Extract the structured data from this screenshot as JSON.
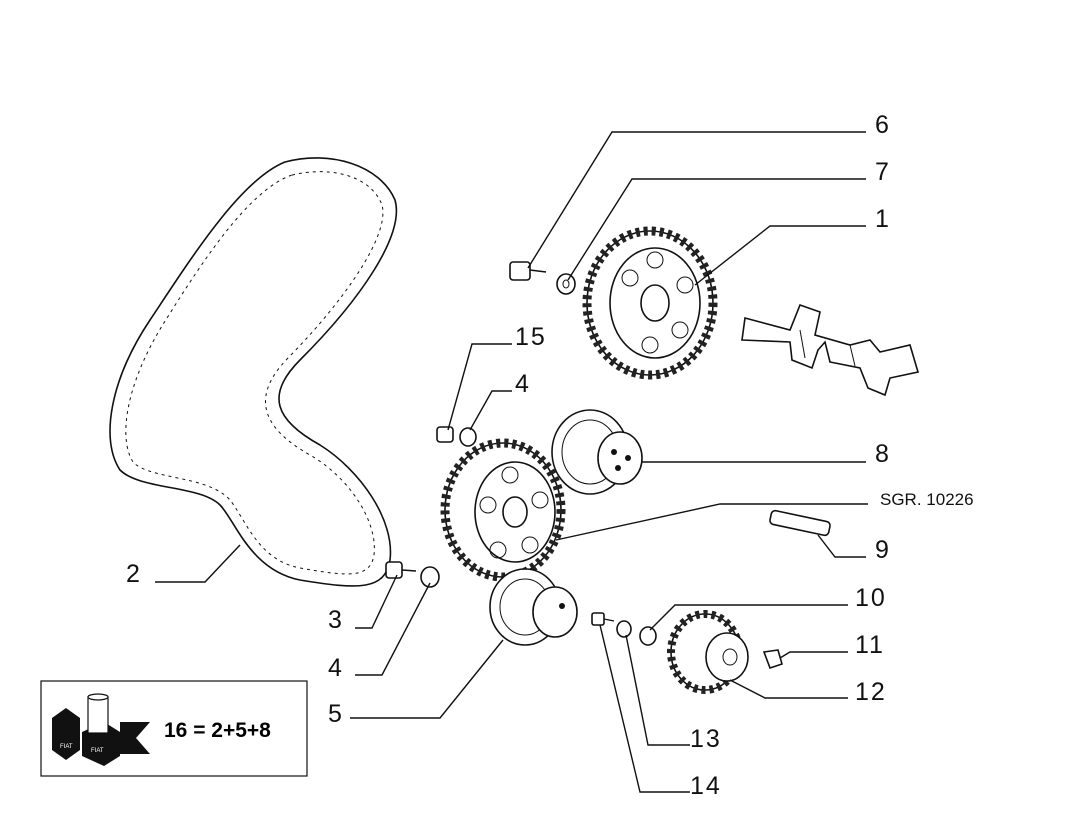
{
  "diagram": {
    "reference_code": "SGR. 10226",
    "kit_note": "16 = 2+5+8",
    "kit_icon_text": "FIAT",
    "callouts": [
      "6",
      "7",
      "1",
      "15",
      "4",
      "8",
      "9",
      "2",
      "3",
      "4",
      "10",
      "11",
      "12",
      "5",
      "13",
      "14"
    ],
    "colors": {
      "line": "#111111",
      "background": "#ffffff"
    }
  }
}
